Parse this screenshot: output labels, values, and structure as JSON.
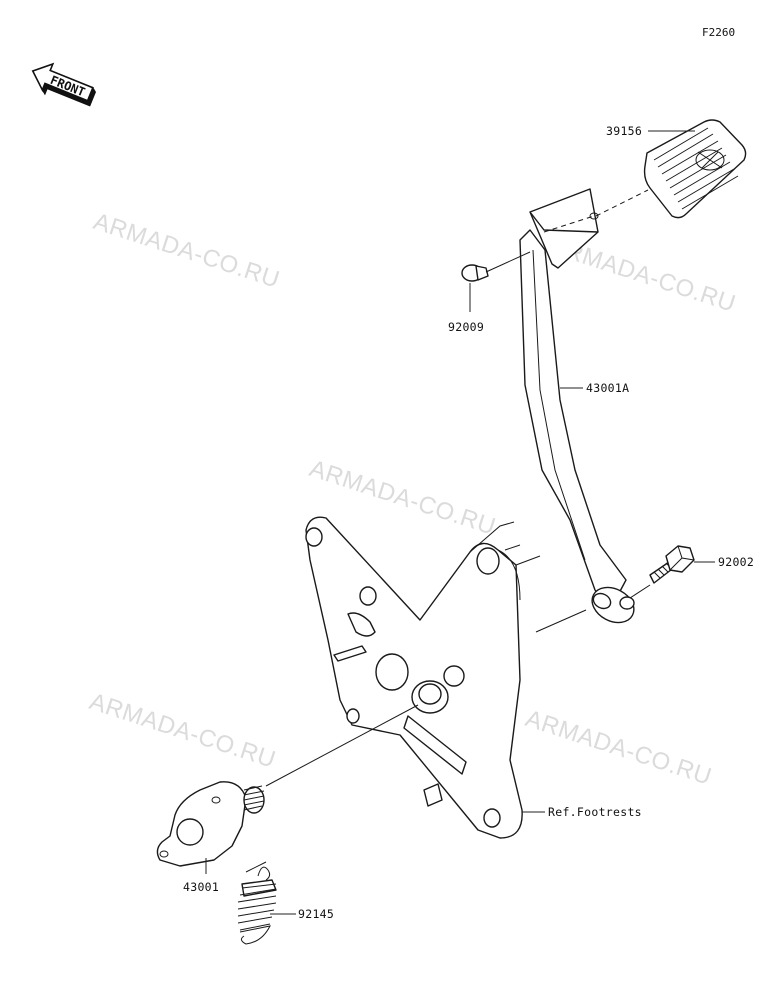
{
  "figure_code": "F2260",
  "front_indicator": {
    "text": "FRONT",
    "icon": "front-arrow-icon"
  },
  "watermark_text": "ARMADA-CO.RU",
  "parts": {
    "pedal_pad": "39156",
    "washer": "92009",
    "brake_pedal": "43001A",
    "bolt": "92002",
    "reference": "Ref.Footrests",
    "lever": "43001",
    "spring": "92145"
  }
}
